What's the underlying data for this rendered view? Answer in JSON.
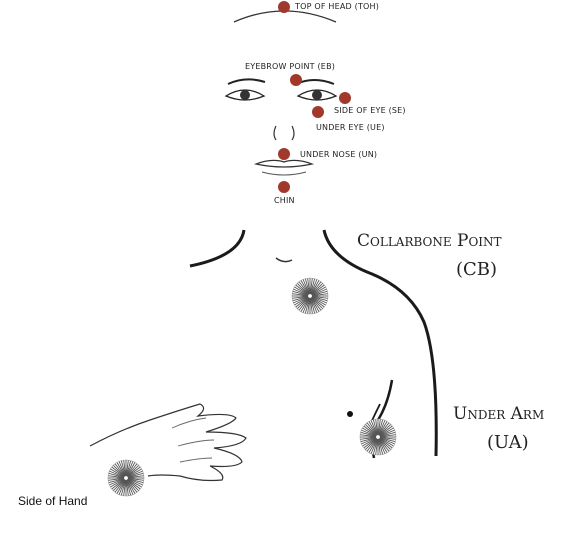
{
  "points": {
    "toh": {
      "label": "TOP OF HEAD (TOH)"
    },
    "eb": {
      "label": "EYEBROW POINT (EB)"
    },
    "se": {
      "label": "SIDE OF EYE (SE)"
    },
    "ue": {
      "label": "UNDER EYE (UE)"
    },
    "un": {
      "label": "UNDER NOSE (UN)"
    },
    "chin": {
      "label": "CHIN"
    },
    "cb": {
      "label_line1": "Collarbone Point",
      "label_line2": "(CB)"
    },
    "ua": {
      "label_line1": "Under Arm",
      "label_line2": "(UA)"
    },
    "side_of_hand": {
      "label": "Side of Hand"
    }
  },
  "colors": {
    "point_dot": "#a0392b",
    "line": "#1a1a1a",
    "starburst": "#555555"
  }
}
